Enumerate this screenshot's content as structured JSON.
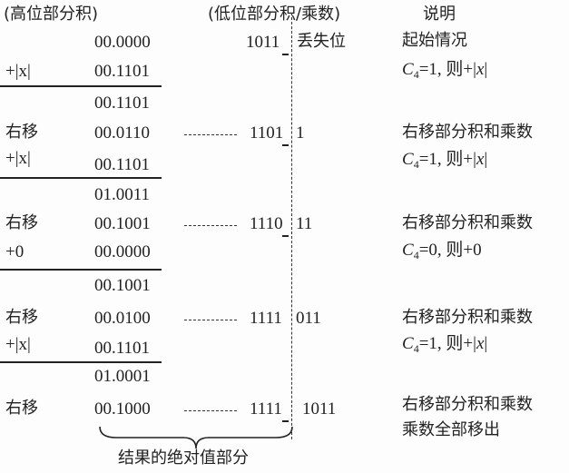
{
  "headers": {
    "high": "(高位部分积)",
    "low": "(低位部分积/乘数)",
    "note": "说明"
  },
  "rows": [
    {
      "op": "",
      "high": "00.0000",
      "low_kept": "1011",
      "low_lost": "",
      "tag": "丢失位",
      "note1": "起始情况",
      "note2": ""
    },
    {
      "op": "+|x|",
      "high": "00.1101",
      "note": "C4=1, 则+|x|"
    },
    {
      "high": "00.1101"
    },
    {
      "op": "右移",
      "high": "00.0110",
      "low_kept": "1101",
      "low_lost": "1",
      "note1": "右移部分积和乘数"
    },
    {
      "op": "+|x|",
      "high": "00.1101",
      "note": "C4=1, 则+|x|"
    },
    {
      "high": "01.0011"
    },
    {
      "op": "右移",
      "high": "00.1001",
      "low_kept": "1110",
      "low_lost": "11",
      "note1": "右移部分积和乘数"
    },
    {
      "op": "+0",
      "high": "00.0000",
      "note": "C4=0, 则+0"
    },
    {
      "high": "00.1001"
    },
    {
      "op": "右移",
      "high": "00.0100",
      "low_kept": "1111",
      "low_lost": "011",
      "note1": "右移部分积和乘数"
    },
    {
      "op": "+|x|",
      "high": "00.1101",
      "note": "C4=1, 则+|x|"
    },
    {
      "high": "01.0001"
    },
    {
      "op": "右移",
      "high": "00.1000",
      "low_kept": "1111",
      "low_lost": "1011",
      "note1": "右移部分积和乘数",
      "note2": "乘数全部移出"
    }
  ],
  "brace_label": "结果的绝对值部分"
}
